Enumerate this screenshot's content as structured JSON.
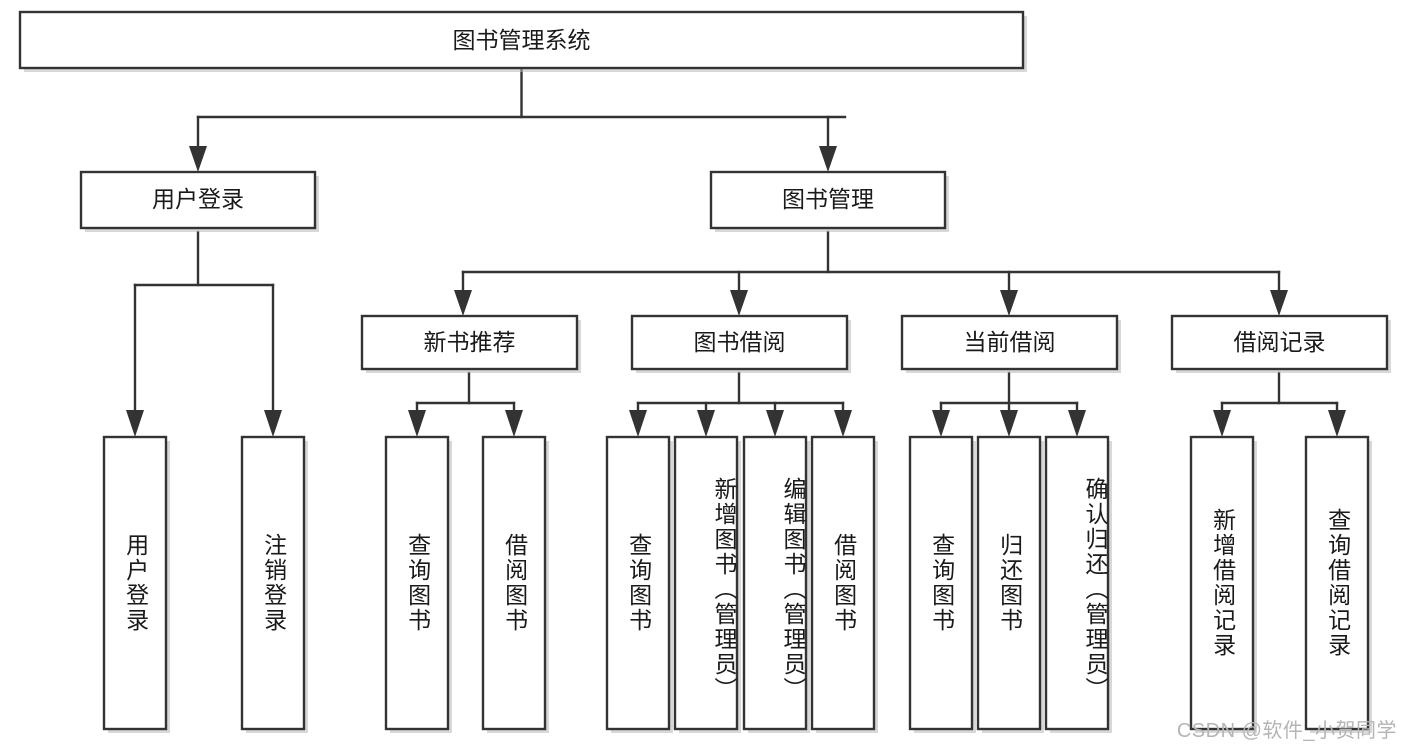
{
  "diagram": {
    "title": "图书管理系统",
    "type": "tree-hierarchy-diagram",
    "colors": {
      "box_stroke": "#333333",
      "box_fill": "#ffffff",
      "text": "#1a1a1a",
      "background": "#ffffff",
      "watermark": "#b5b5b5"
    },
    "root": {
      "label": "图书管理系统"
    },
    "level2": [
      {
        "label": "用户登录"
      },
      {
        "label": "图书管理"
      }
    ],
    "level3": [
      {
        "label": "新书推荐"
      },
      {
        "label": "图书借阅"
      },
      {
        "label": "当前借阅"
      },
      {
        "label": "借阅记录"
      }
    ],
    "leaves": {
      "user_login": [
        {
          "label": "用户登录"
        },
        {
          "label": "注销登录"
        }
      ],
      "new_book_recommend": [
        {
          "label": "查询图书"
        },
        {
          "label": "借阅图书"
        }
      ],
      "book_borrow": [
        {
          "label": "查询图书"
        },
        {
          "label": "新增图书（管理员）"
        },
        {
          "label": "编辑图书（管理员）"
        },
        {
          "label": "借阅图书"
        }
      ],
      "current_borrow": [
        {
          "label": "查询图书"
        },
        {
          "label": "归还图书"
        },
        {
          "label": "确认归还（管理员）"
        }
      ],
      "borrow_record": [
        {
          "label": "新增借阅记录"
        },
        {
          "label": "查询借阅记录"
        }
      ]
    }
  },
  "watermark": {
    "text": "CSDN @软件_小贺同学"
  }
}
